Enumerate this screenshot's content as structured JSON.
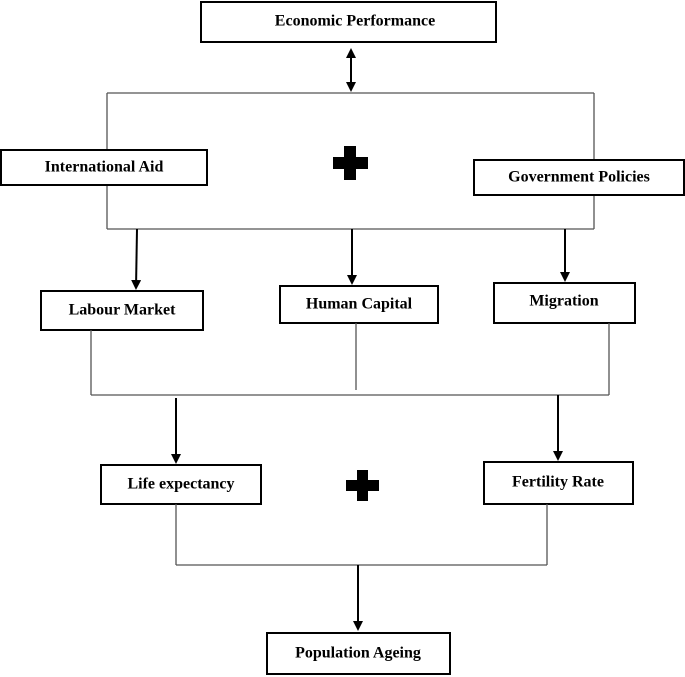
{
  "nodes": {
    "economic_performance": "Economic Performance",
    "international_aid": "International Aid",
    "government_policies": "Government Policies",
    "labour_market": "Labour Market",
    "human_capital": "Human Capital",
    "migration": "Migration",
    "life_expectancy": "Life expectancy",
    "fertility_rate": "Fertility Rate",
    "population_ageing": "Population Ageing"
  },
  "operators": {
    "plus_symbol": "plus-icon"
  }
}
